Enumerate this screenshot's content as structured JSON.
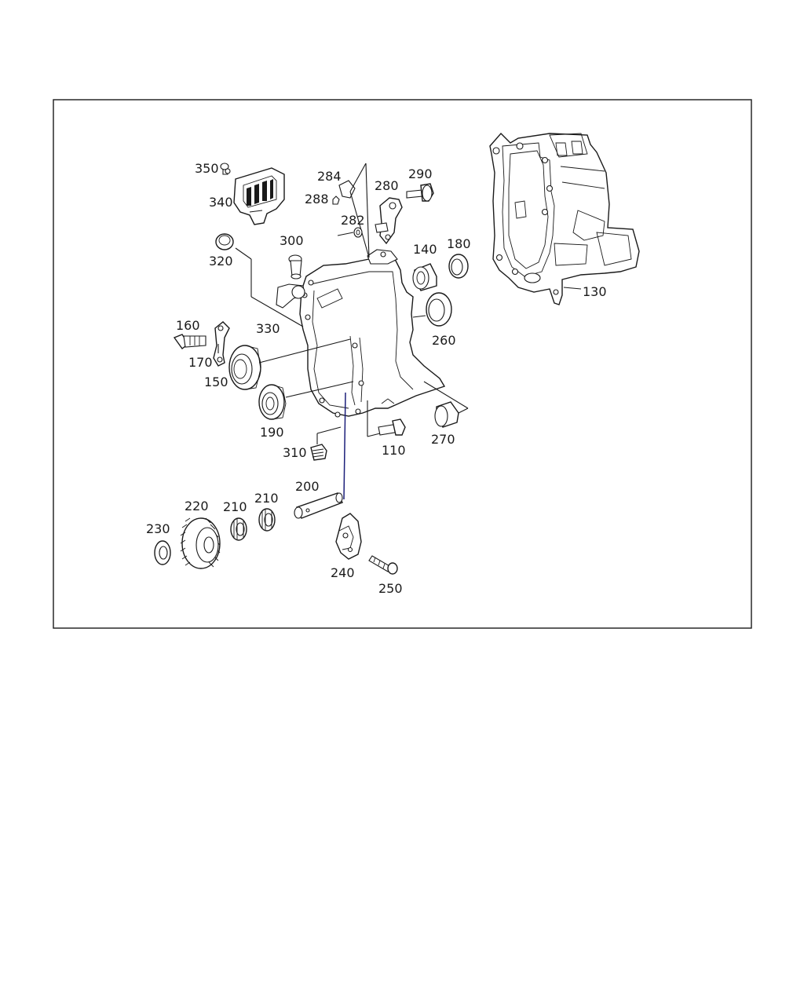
{
  "diagram": {
    "callouts": [
      {
        "id": "350",
        "label": "350"
      },
      {
        "id": "340",
        "label": "340"
      },
      {
        "id": "284",
        "label": "284"
      },
      {
        "id": "288",
        "label": "288"
      },
      {
        "id": "280",
        "label": "280"
      },
      {
        "id": "290",
        "label": "290"
      },
      {
        "id": "282",
        "label": "282"
      },
      {
        "id": "320",
        "label": "320"
      },
      {
        "id": "300",
        "label": "300"
      },
      {
        "id": "140",
        "label": "140"
      },
      {
        "id": "180",
        "label": "180"
      },
      {
        "id": "130",
        "label": "130"
      },
      {
        "id": "330",
        "label": "330"
      },
      {
        "id": "260",
        "label": "260"
      },
      {
        "id": "160",
        "label": "160"
      },
      {
        "id": "170",
        "label": "170"
      },
      {
        "id": "150",
        "label": "150"
      },
      {
        "id": "190",
        "label": "190"
      },
      {
        "id": "270",
        "label": "270"
      },
      {
        "id": "310",
        "label": "310"
      },
      {
        "id": "110",
        "label": "110"
      },
      {
        "id": "200",
        "label": "200"
      },
      {
        "id": "220",
        "label": "220"
      },
      {
        "id": "210a",
        "label": "210"
      },
      {
        "id": "210b",
        "label": "210"
      },
      {
        "id": "230",
        "label": "230"
      },
      {
        "id": "240",
        "label": "240"
      },
      {
        "id": "250",
        "label": "250"
      }
    ]
  }
}
